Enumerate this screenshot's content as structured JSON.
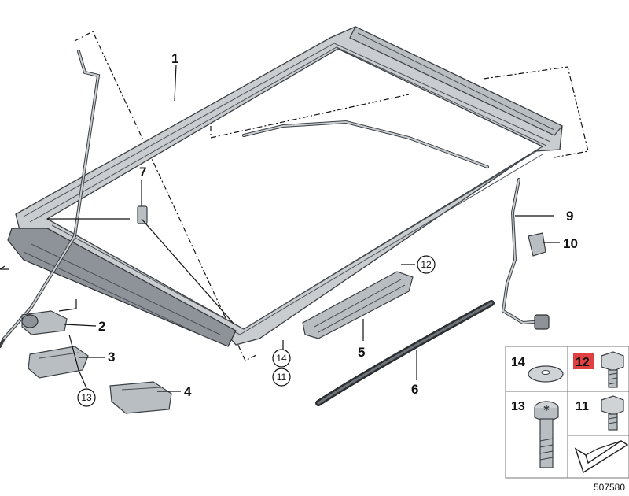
{
  "diagram": {
    "labels": {
      "l1": "1",
      "l2": "2",
      "l3": "3",
      "l4": "4",
      "l5": "5",
      "l6": "6",
      "l7": "7",
      "l9": "9",
      "l10": "10",
      "c12": "12",
      "c13": "13",
      "c14": "14",
      "c11": "11"
    },
    "table": {
      "t14": "14",
      "t12": "12",
      "t13": "13",
      "t11": "11"
    },
    "highlight_color": "#e04040",
    "reference_number": "507580"
  }
}
